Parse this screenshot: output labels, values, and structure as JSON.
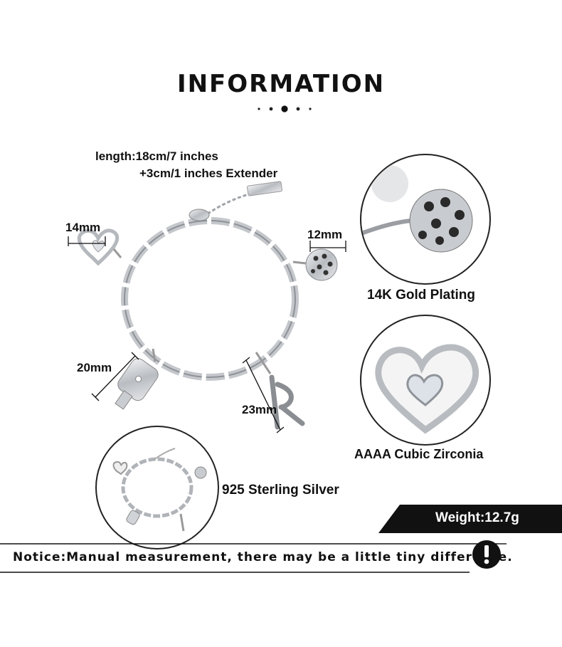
{
  "title": "INFORMATION",
  "length": {
    "line1": "length:18cm/7 inches",
    "line2": "+3cm/1 inches Extender"
  },
  "dimensions": {
    "heart": "14mm",
    "ball": "12mm",
    "paddle": "20mm",
    "letter": "23mm"
  },
  "features": {
    "plating": "14K Gold Plating",
    "stone": "AAAA Cubic Zirconia",
    "material": "925 Sterling Silver"
  },
  "weight": "Weight:12.7g",
  "notice": "Notice:Manual measurement, there may be a little tiny difference.",
  "colors": {
    "text": "#111111",
    "band": "#111111",
    "silver": "#c9ccd0"
  },
  "icons": [
    "exclamation-icon",
    "decorative-dots-icon"
  ]
}
